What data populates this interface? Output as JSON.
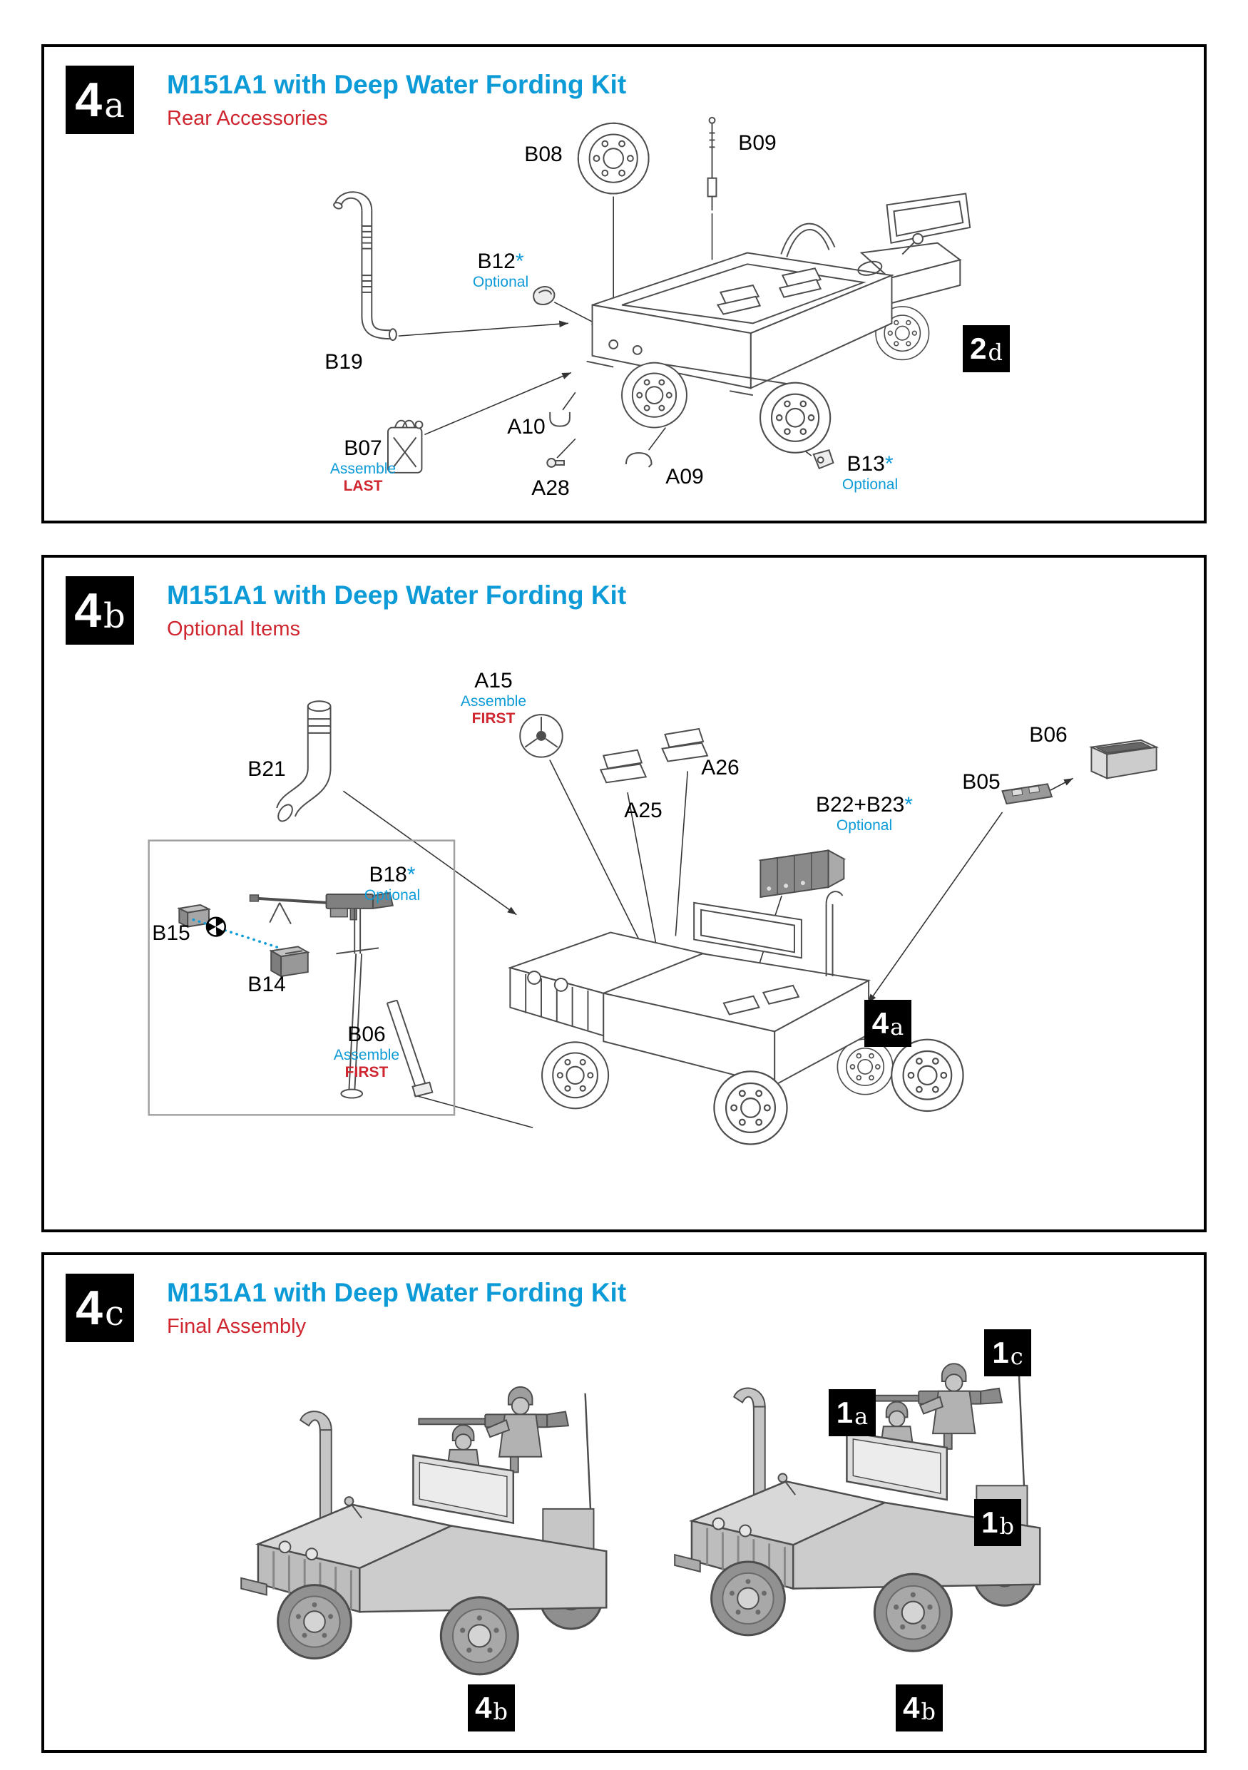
{
  "colors": {
    "title_blue": "#0d9bd8",
    "subtitle_red": "#cf2630",
    "badge_black": "#000000",
    "line_gray": "#4d4d4d"
  },
  "panels": [
    {
      "badge": {
        "number": "4",
        "letter": "a"
      },
      "title": "M151A1 with Deep Water Fording Kit",
      "subtitle": "Rear Accessories",
      "labels": [
        {
          "text": "B08"
        },
        {
          "text": "B09"
        },
        {
          "text": "B12",
          "star": "*",
          "note": "Optional"
        },
        {
          "text": "B19"
        },
        {
          "text": "B07",
          "note_blue": "Assemble",
          "note_red": "LAST"
        },
        {
          "text": "A10"
        },
        {
          "text": "A28"
        },
        {
          "text": "A09"
        },
        {
          "text": "B13",
          "star": "*",
          "note": "Optional"
        }
      ],
      "ref_badges": [
        {
          "number": "2",
          "letter": "d"
        }
      ]
    },
    {
      "badge": {
        "number": "4",
        "letter": "b"
      },
      "title": "M151A1 with Deep Water Fording Kit",
      "subtitle": "Optional Items",
      "labels": [
        {
          "text": "A15",
          "note_blue": "Assemble",
          "note_red": "FIRST"
        },
        {
          "text": "B21"
        },
        {
          "text": "A26"
        },
        {
          "text": "A25"
        },
        {
          "text": "B22+B23",
          "star": "*",
          "note": "Optional"
        },
        {
          "text": "B06"
        },
        {
          "text": "B05"
        },
        {
          "text": "B18",
          "star": "*",
          "note": "Optional"
        },
        {
          "text": "B15"
        },
        {
          "text": "B14"
        },
        {
          "text": "B06",
          "note_blue": "Assemble",
          "note_red": "FIRST"
        }
      ],
      "ref_badges": [
        {
          "number": "4",
          "letter": "a"
        }
      ]
    },
    {
      "badge": {
        "number": "4",
        "letter": "c"
      },
      "title": "M151A1 with Deep Water Fording Kit",
      "subtitle": "Final Assembly",
      "labels": [],
      "ref_badges": [
        {
          "number": "1",
          "letter": "c"
        },
        {
          "number": "1",
          "letter": "a"
        },
        {
          "number": "1",
          "letter": "b"
        },
        {
          "number": "4",
          "letter": "b"
        },
        {
          "number": "4",
          "letter": "b"
        }
      ]
    }
  ]
}
